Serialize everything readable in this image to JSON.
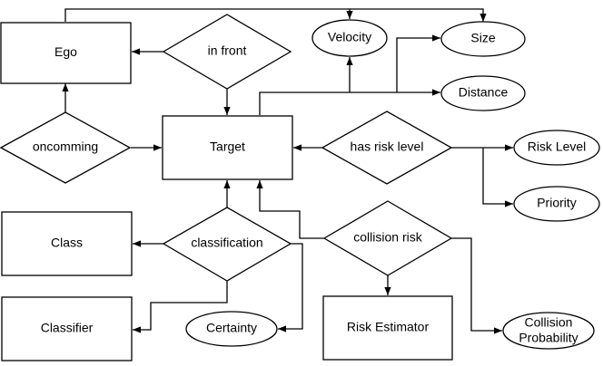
{
  "diagram": {
    "entities": {
      "ego": "Ego",
      "target": "Target",
      "class": "Class",
      "classifier": "Classifier",
      "risk_estimator": "Risk Estimator"
    },
    "relationships": {
      "in_front": "in front",
      "oncomming": "oncomming",
      "has_risk_level": "has risk level",
      "classification": "classification",
      "collision_risk": "collision risk"
    },
    "attributes": {
      "velocity": "Velocity",
      "size": "Size",
      "distance": "Distance",
      "risk_level": "Risk Level",
      "priority": "Priority",
      "certainty": "Certainty",
      "collision_probability_line1": "Collision",
      "collision_probability_line2": "Probability"
    }
  }
}
